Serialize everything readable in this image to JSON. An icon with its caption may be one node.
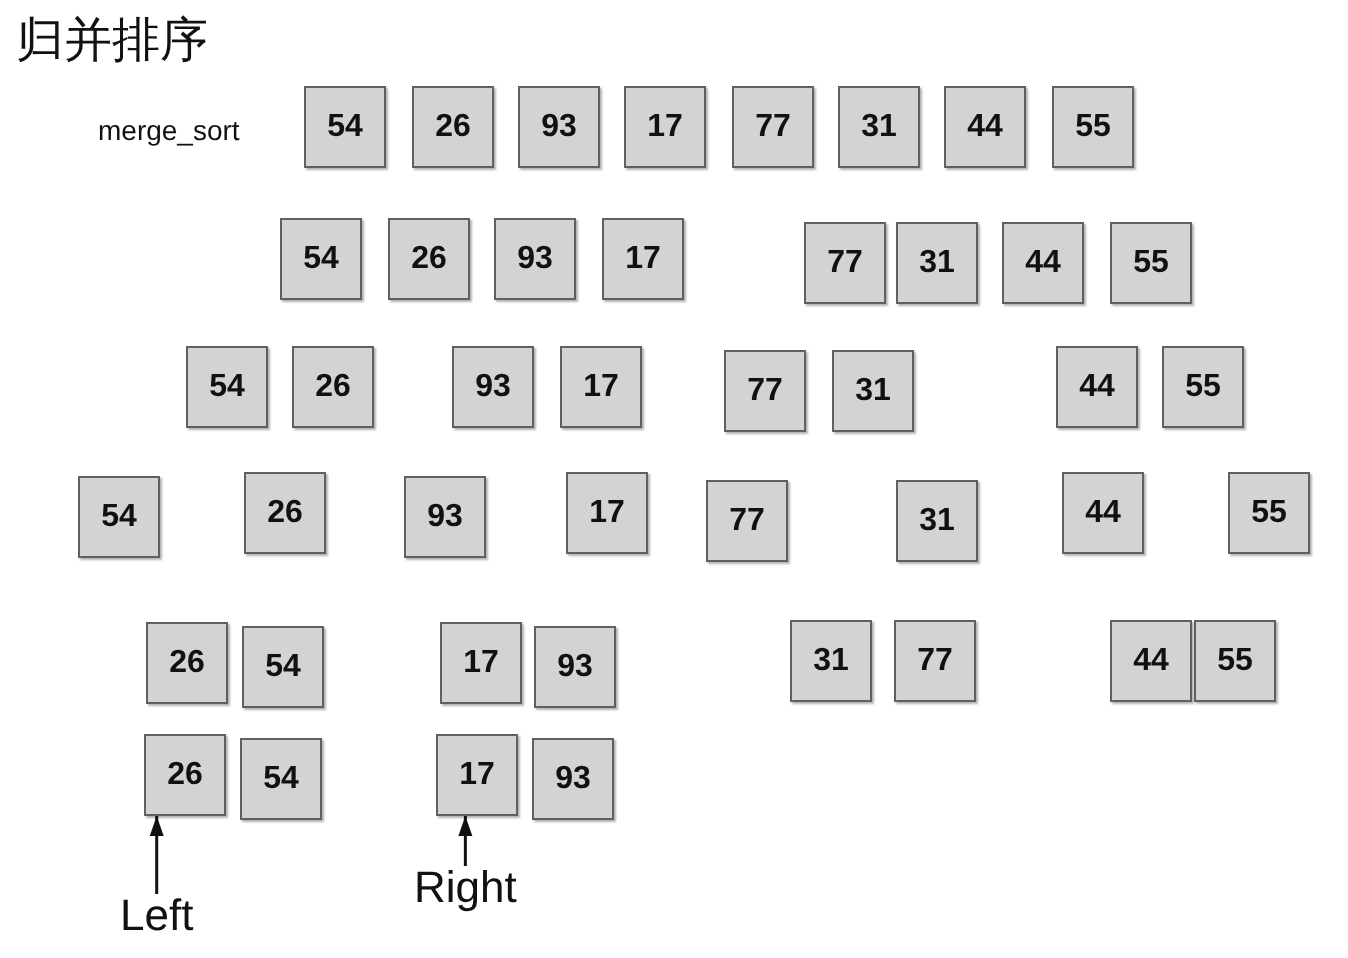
{
  "diagram": {
    "title": "归并排序",
    "nodes": [
      {
        "text": [
          "54"
        ]
      },
      {
        "text": [
          "26"
        ]
      },
      {
        "text": [
          "93"
        ]
      },
      {
        "text": [
          "17"
        ]
      },
      {
        "text": [
          "77"
        ]
      },
      {
        "text": [
          "31"
        ]
      },
      {
        "text": [
          "44"
        ]
      },
      {
        "text": [
          "55"
        ]
      },
      {
        "text": [
          "54"
        ]
      },
      {
        "text": [
          "26"
        ]
      },
      {
        "text": [
          "93"
        ]
      },
      {
        "text": [
          "17"
        ]
      },
      {
        "text": [
          "77"
        ]
      },
      {
        "text": [
          "31"
        ]
      },
      {
        "text": [
          "44"
        ]
      },
      {
        "text": [
          "55"
        ]
      },
      {
        "text": [
          "54"
        ]
      },
      {
        "text": [
          "26"
        ]
      },
      {
        "text": [
          "93"
        ]
      },
      {
        "text": [
          "17"
        ]
      },
      {
        "text": [
          "77"
        ]
      },
      {
        "text": [
          "31"
        ]
      },
      {
        "text": [
          "44"
        ]
      },
      {
        "text": [
          "55"
        ]
      },
      {
        "text": [
          "54"
        ]
      },
      {
        "text": [
          "26"
        ]
      },
      {
        "text": [
          "93"
        ]
      },
      {
        "text": [
          "17"
        ]
      },
      {
        "text": [
          "77"
        ]
      },
      {
        "text": [
          "31"
        ]
      },
      {
        "text": [
          "44"
        ]
      },
      {
        "text": [
          "55"
        ]
      },
      {
        "text": [
          "26"
        ]
      },
      {
        "text": [
          "54"
        ]
      },
      {
        "text": [
          "17"
        ]
      },
      {
        "text": [
          "93"
        ]
      },
      {
        "text": [
          "31"
        ]
      },
      {
        "text": [
          "77"
        ]
      },
      {
        "text": [
          "44"
        ]
      },
      {
        "text": [
          "55"
        ]
      },
      {
        "text": [
          "26"
        ]
      },
      {
        "text": [
          "54"
        ]
      },
      {
        "text": [
          "17"
        ]
      },
      {
        "text": [
          "93"
        ]
      },
      {
        "text": [
          "Left"
        ]
      },
      {
        "text": [
          "Right"
        ]
      }
    ],
    "edges": [
      {
        "from": 44,
        "to": 40,
        "arrow": "to"
      },
      {
        "from": 45,
        "to": 42,
        "arrow": "to"
      }
    ],
    "labels": [
      "merge_sort"
    ]
  }
}
